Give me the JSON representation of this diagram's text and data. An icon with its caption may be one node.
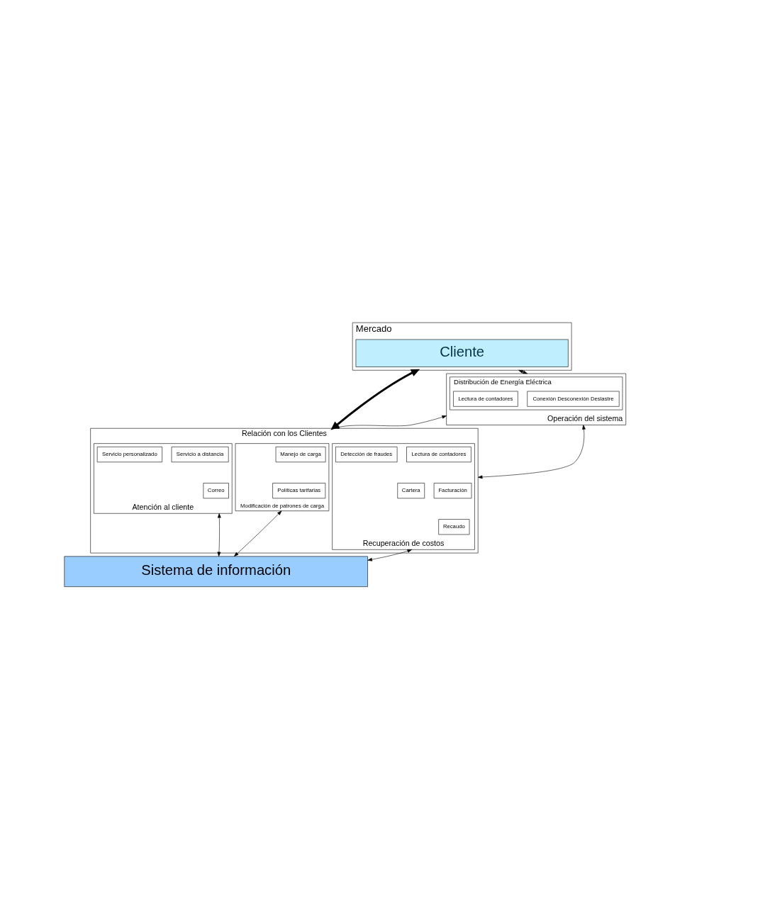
{
  "diagram": {
    "nodes": [
      {
        "text": [
          "Mercado"
        ]
      },
      {
        "text": [
          "Cliente"
        ],
        "in": 0
      },
      {
        "text": [
          "Operación del sistema"
        ]
      },
      {
        "text": [
          "Distribución de Energía Eléctrica"
        ],
        "in": 2
      },
      {
        "text": [
          "Conexión Desconexión Deslastre"
        ],
        "in": 3
      },
      {
        "text": [
          "Lectura de contadores"
        ],
        "in": 3
      },
      {
        "text": [
          "Relación con los Clientes"
        ]
      },
      {
        "text": [
          "Modificación de patrones de carga"
        ],
        "in": 6
      },
      {
        "text": [
          "Manejo de carga"
        ],
        "in": 7
      },
      {
        "text": [
          "Políticas tarifarias"
        ],
        "in": 7
      },
      {
        "text": [
          "Recuperación de costos"
        ],
        "in": 6
      },
      {
        "text": [
          "Detección de fraudes"
        ],
        "in": 10
      },
      {
        "text": [
          "Lectura de contadores"
        ],
        "in": 10
      },
      {
        "text": [
          "Facturación"
        ],
        "in": 10
      },
      {
        "text": [
          "Cartera"
        ],
        "in": 10
      },
      {
        "text": [
          "Recaudo"
        ],
        "in": 10
      },
      {
        "text": [
          "Atención al cliente"
        ],
        "in": 6
      },
      {
        "text": [
          "Servicio a distancia"
        ],
        "in": 16
      },
      {
        "text": [
          "Servicio personalizado"
        ],
        "in": 16
      },
      {
        "text": [
          "Correo"
        ],
        "in": 16
      },
      {
        "text": [
          "Sistema de información"
        ]
      }
    ],
    "edges": [
      {
        "from": 0,
        "to": 2,
        "arrow": "both"
      },
      {
        "from": 0,
        "to": 6,
        "arrow": "both",
        "style": "thick"
      },
      {
        "from": 2,
        "to": 6,
        "arrow": "both"
      },
      {
        "from": 2,
        "to": 6,
        "arrow": "both"
      },
      {
        "from": 7,
        "to": 20,
        "arrow": "both"
      },
      {
        "from": 10,
        "to": 20,
        "arrow": "both"
      },
      {
        "from": 16,
        "to": 20,
        "arrow": "both"
      }
    ]
  }
}
